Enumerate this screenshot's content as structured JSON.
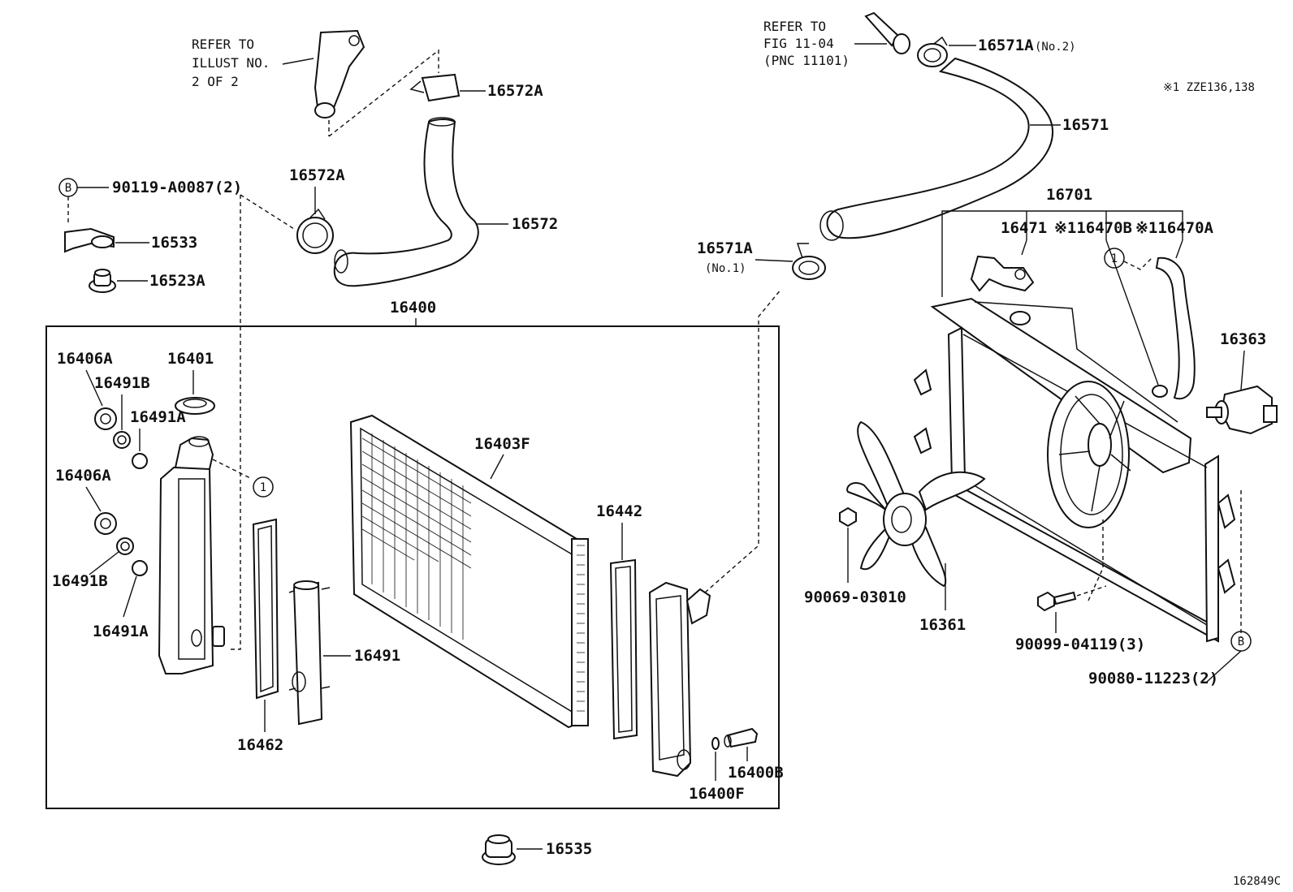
{
  "diagram": {
    "fig_code": "162849C",
    "model_note": "※1 ZZE136,138",
    "refer_left": [
      "REFER TO",
      "ILLUST NO.",
      "2 OF 2"
    ],
    "refer_right": [
      "REFER TO",
      "FIG 11-04",
      "(PNC 11101)"
    ],
    "circled_b": "B",
    "circled_1": "1",
    "no1": "(No.1)",
    "no2": "(No.2)",
    "labels": {
      "p16572A_top": "16572A",
      "p16572A_mid": "16572A",
      "p16572": "16572",
      "p90119": "90119-A0087(2)",
      "p16533": "16533",
      "p16523A": "16523A",
      "p16400": "16400",
      "p16406A_a": "16406A",
      "p16401": "16401",
      "p16491B_a": "16491B",
      "p16491A_a": "16491A",
      "p16406A_b": "16406A",
      "p16491B_b": "16491B",
      "p16491A_b": "16491A",
      "p16403F": "16403F",
      "p16442": "16442",
      "p16491": "16491",
      "p16462": "16462",
      "p16400B": "16400B",
      "p16400F": "16400F",
      "p16535": "16535",
      "p16571A_no2": "16571A",
      "p16571": "16571",
      "p16571A_no1": "16571A",
      "p16701": "16701",
      "p16471": "16471",
      "p16470B": "※116470B",
      "p16470A": "※116470A",
      "p16363": "16363",
      "p90069": "90069-03010",
      "p16361": "16361",
      "p90099": "90099-04119(3)",
      "p90080": "90080-11223(2)"
    }
  }
}
